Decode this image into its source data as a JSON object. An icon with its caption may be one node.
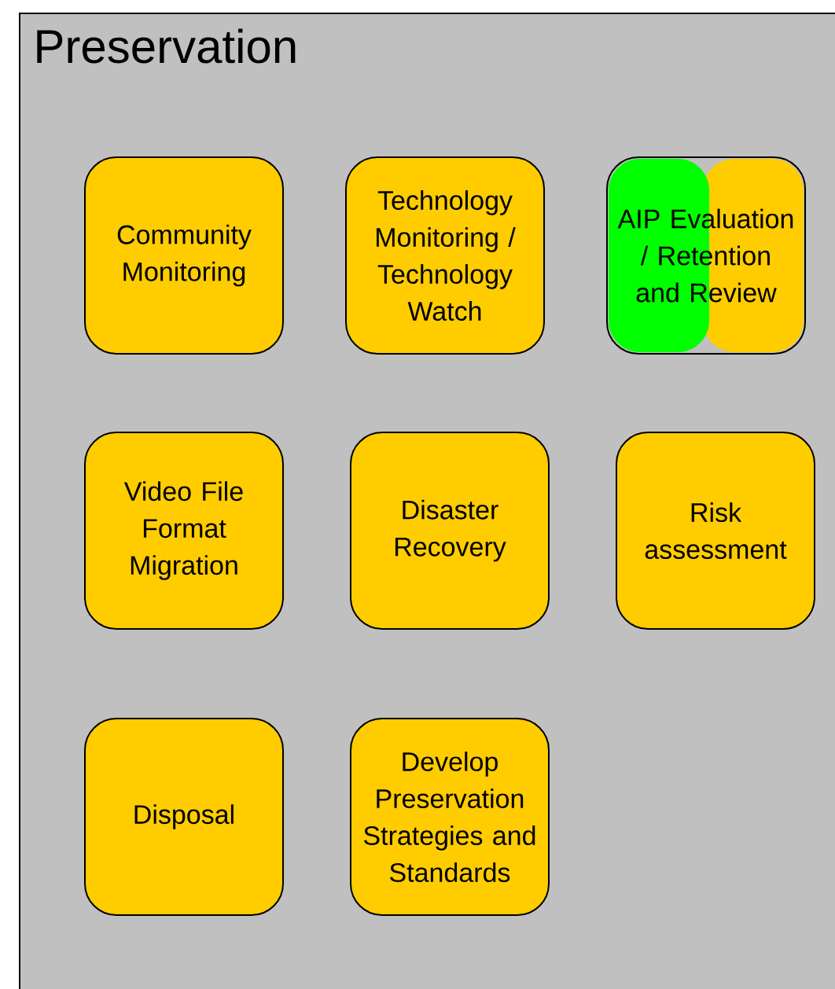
{
  "diagram": {
    "nodes": [
      {
        "text": [
          "Preservation"
        ]
      },
      {
        "text": [
          "Community Monitoring"
        ],
        "in": 0
      },
      {
        "text": [
          "Technology Monitoring / Technology Watch"
        ],
        "in": 0
      },
      {
        "text": [
          "AIP Evaluation / Retention and Review"
        ],
        "in": 0
      },
      {
        "text": [
          "Video File Format Migration"
        ],
        "in": 0
      },
      {
        "text": [
          "Disaster Recovery"
        ],
        "in": 0
      },
      {
        "text": [
          "Risk assessment"
        ],
        "in": 0
      },
      {
        "text": [
          "Disposal"
        ],
        "in": 0
      },
      {
        "text": [
          "Develop Preservation Strategies and Standards"
        ],
        "in": 0
      }
    ]
  }
}
